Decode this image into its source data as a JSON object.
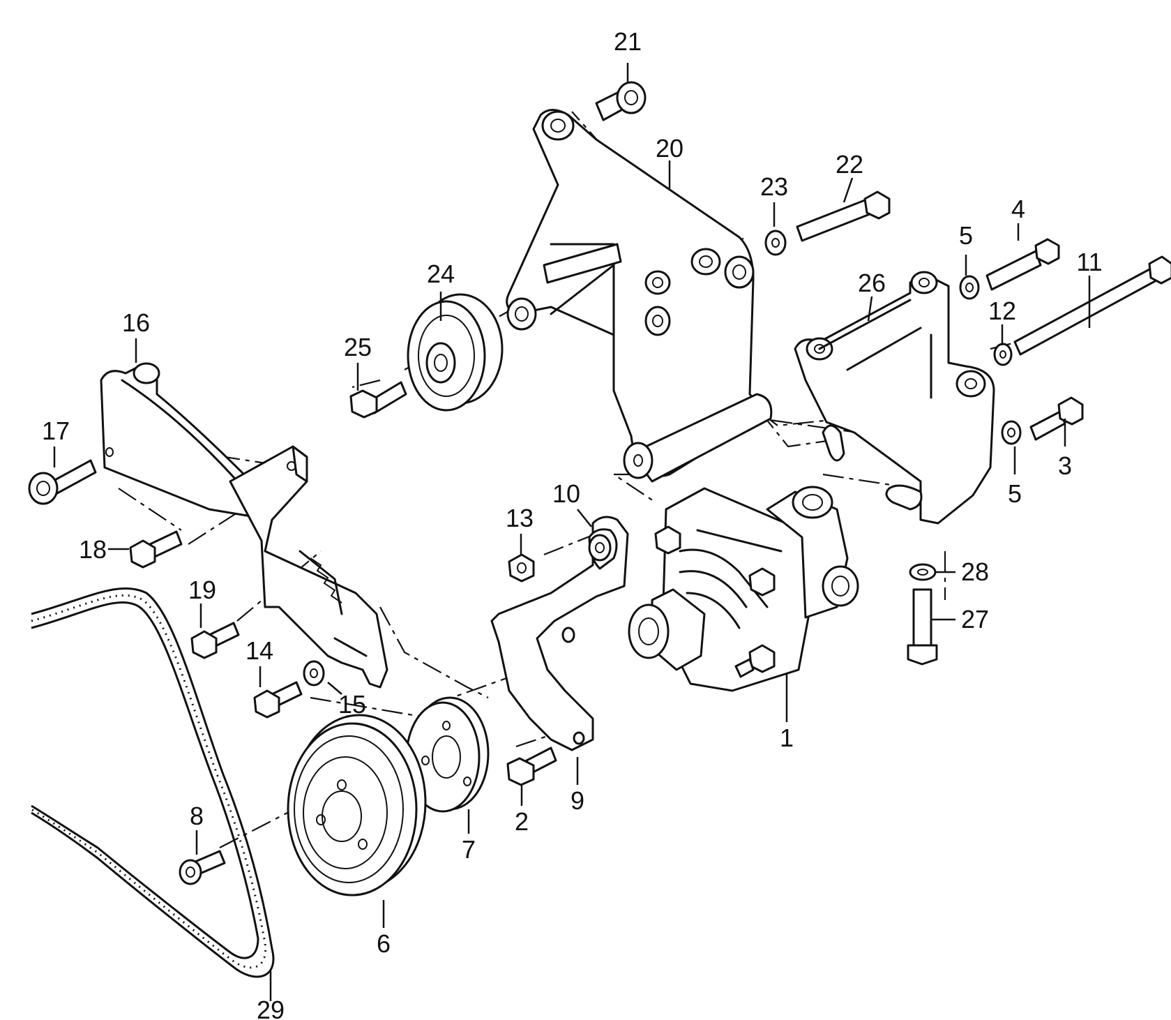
{
  "labels": {
    "p1": "1",
    "p2": "2",
    "p3": "3",
    "p4": "4",
    "p5a": "5",
    "p5b": "5",
    "p6": "6",
    "p7": "7",
    "p8": "8",
    "p9": "9",
    "p10": "10",
    "p11": "11",
    "p12": "12",
    "p13": "13",
    "p14": "14",
    "p15": "15",
    "p16": "16",
    "p17": "17",
    "p18": "18",
    "p19": "19",
    "p20": "20",
    "p21": "21",
    "p22": "22",
    "p23": "23",
    "p24": "24",
    "p25": "25",
    "p26": "26",
    "p27": "27",
    "p28": "28",
    "p29": "29"
  }
}
